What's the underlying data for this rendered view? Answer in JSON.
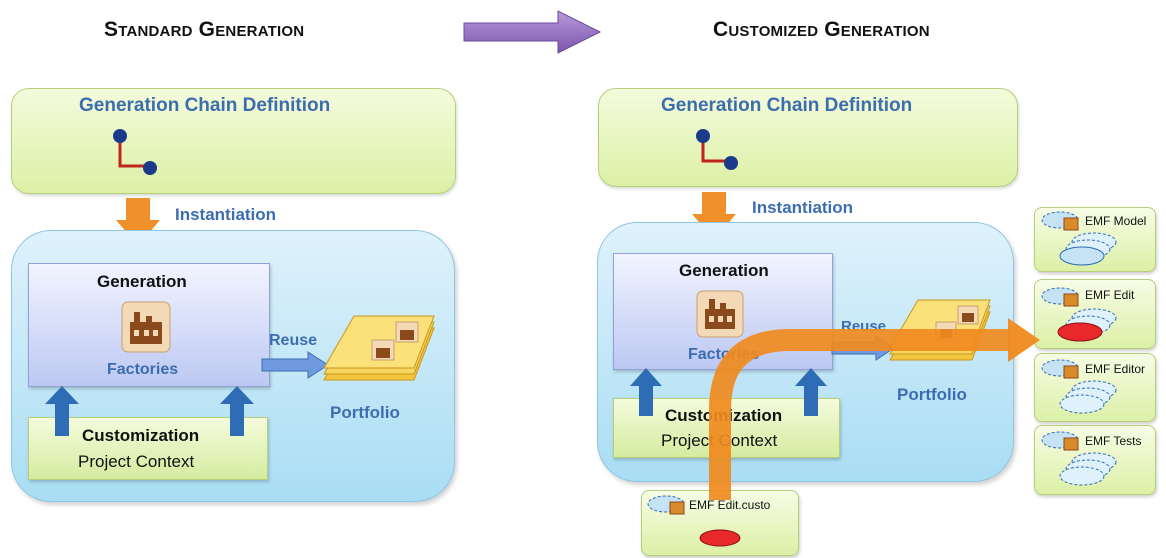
{
  "left": {
    "heading": "Standard Generation",
    "chain_title": "Generation Chain Definition",
    "instantiation": "Instantiation",
    "generation": "Generation",
    "factories": "Factories",
    "reuse": "Reuse",
    "portfolio": "Portfolio",
    "customization": "Customization",
    "project_context": "Project Context"
  },
  "right": {
    "heading": "Customized Generation",
    "chain_title": "Generation Chain Definition",
    "instantiation": "Instantiation",
    "generation": "Generation",
    "factories": "Factories",
    "reuse": "Reuse",
    "portfolio": "Portfolio",
    "customization": "Customization",
    "project_context": "Project Context"
  },
  "side_cards": [
    "EMF Model",
    "EMF Edit",
    "EMF Editor",
    "EMF Tests"
  ],
  "custom_card": "EMF Edit.custo",
  "colors": {
    "title_blue": "#3c6db0",
    "orange_arrow": "#f0902a",
    "purple_arrow": "#8a63b8",
    "node_blue": "#1c3a8a",
    "connector_red": "#c0241c"
  }
}
